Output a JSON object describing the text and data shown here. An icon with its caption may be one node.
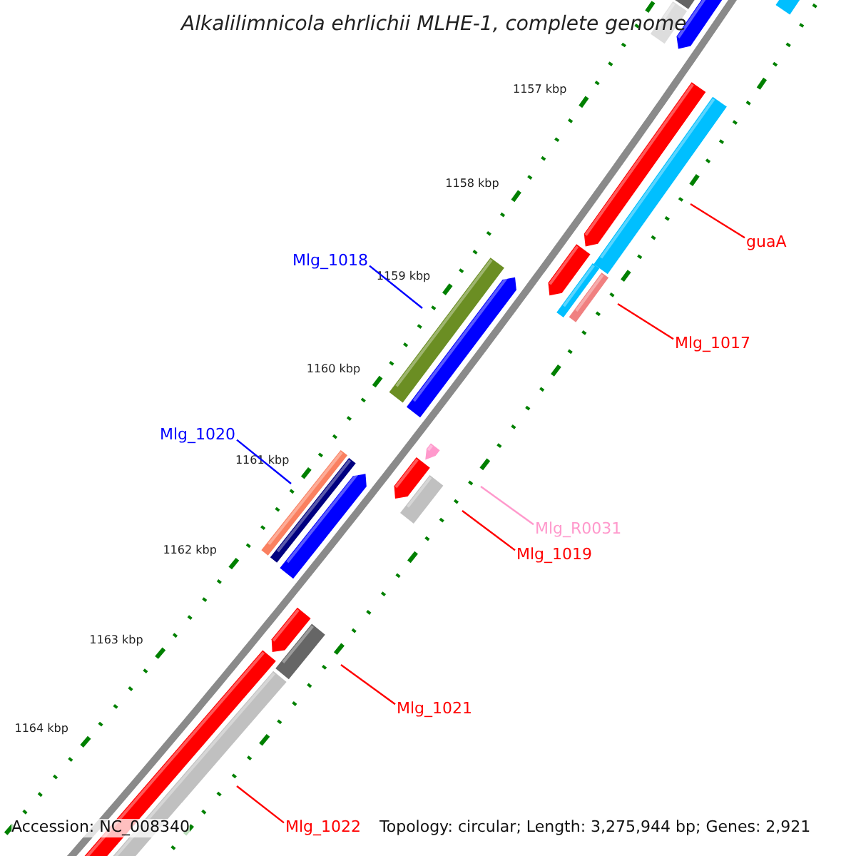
{
  "diagram": {
    "title": "Alkalilimnicola ehrlichii MLHE-1, complete genome",
    "nodes": [
      {
        "text": [
          "guaA"
        ]
      },
      {
        "text": [
          "Mlg_1018"
        ]
      },
      {
        "text": [
          "Mlg_1017"
        ]
      },
      {
        "text": [
          "Mlg_1020"
        ]
      },
      {
        "text": [
          "Mlg_R0031"
        ]
      },
      {
        "text": [
          "Mlg_1019"
        ]
      },
      {
        "text": [
          "Mlg_1021"
        ]
      },
      {
        "text": [
          "Mlg_1022"
        ]
      }
    ],
    "edges": [
      {
        "from": 0,
        "to": null,
        "arrow": "none"
      },
      {
        "from": 1,
        "to": null,
        "arrow": "none",
        "color": "#0000ff"
      },
      {
        "from": 2,
        "to": null,
        "arrow": "none"
      },
      {
        "from": 3,
        "to": null,
        "arrow": "none",
        "color": "#0000ff"
      },
      {
        "from": 4,
        "to": null,
        "arrow": "none",
        "color": "#ff99cc"
      },
      {
        "from": 5,
        "to": null,
        "arrow": "none"
      },
      {
        "from": 6,
        "to": null,
        "arrow": "none"
      },
      {
        "from": 7,
        "to": null,
        "arrow": "none"
      }
    ],
    "labels": [
      "1157 kbp",
      "1158 kbp",
      "1159 kbp",
      "1160 kbp",
      "1161 kbp",
      "1162 kbp",
      "1163 kbp",
      "1164 kbp",
      "Accession: NC_008340",
      "Topology: circular; Length: 3,275,944 bp; Genes: 2,921"
    ]
  }
}
